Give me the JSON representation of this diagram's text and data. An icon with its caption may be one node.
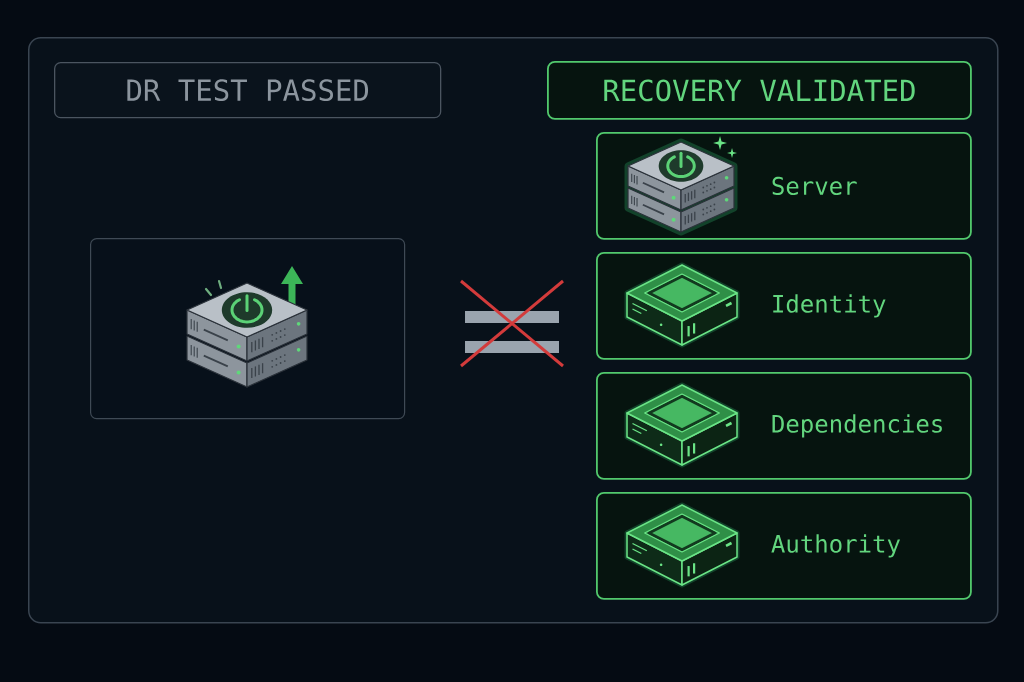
{
  "diagram": {
    "nodes": [
      {
        "text": [],
        "shape": "box"
      },
      {
        "text": [
          "DR TEST PASSED"
        ],
        "in": 0
      },
      {
        "text": [
          "RECOVERY VALIDATED"
        ],
        "in": 0
      },
      {
        "text": [],
        "shape": "box",
        "in": 0
      },
      {
        "text": [
          "Server"
        ],
        "in": 0
      },
      {
        "text": [
          "Identity"
        ],
        "in": 0
      },
      {
        "text": [
          "Dependencies"
        ],
        "in": 0
      },
      {
        "text": [
          "Authority"
        ],
        "in": 0
      }
    ]
  }
}
